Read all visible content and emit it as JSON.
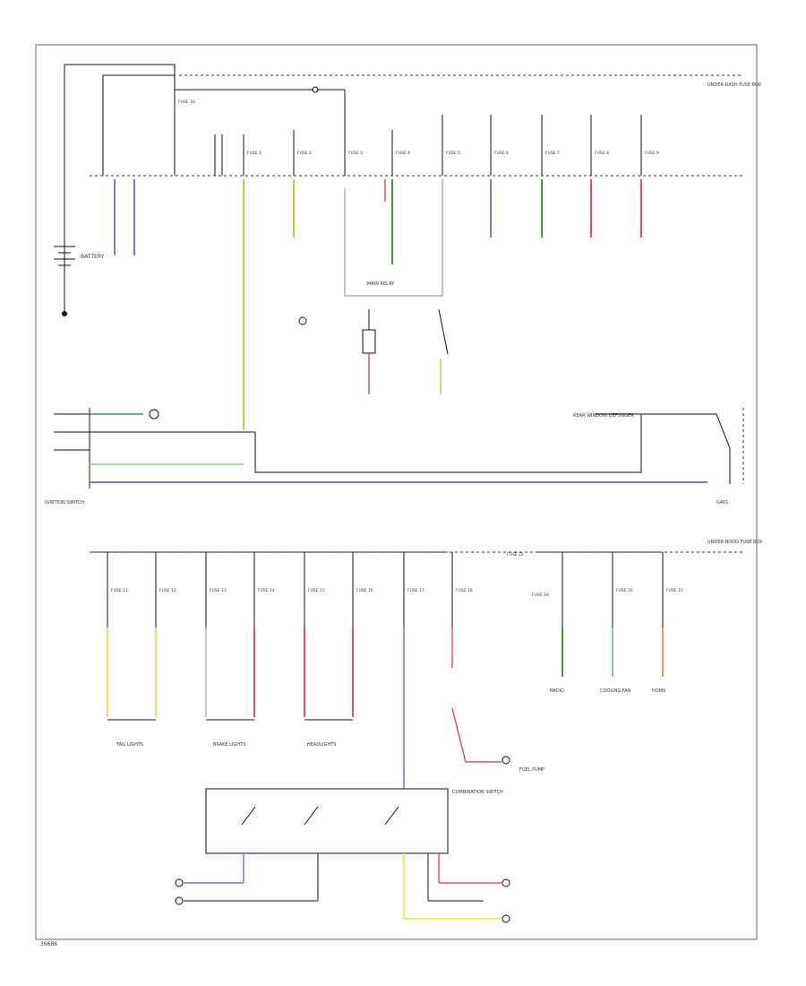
{
  "diagram": {
    "footer_id": "36686",
    "fuse_box_labels": [
      "UNDER-DASH FUSE BOX",
      "UNDER-HOOD FUSE BOX"
    ],
    "ground_label": "G401",
    "battery_label": "BATTERY",
    "ignition_label": "IGNITION SWITCH",
    "main_relay_label": "MAIN RELAY",
    "rear_window_label": "REAR WINDOW DEFOGGER",
    "fuse_labels": [
      "FUSE 1",
      "FUSE 2",
      "FUSE 3",
      "FUSE 4",
      "FUSE 5",
      "FUSE 6",
      "FUSE 7",
      "FUSE 8",
      "FUSE 9",
      "FUSE 10"
    ],
    "bottom_fuse_labels": [
      "FUSE 11",
      "FUSE 12",
      "FUSE 13",
      "FUSE 14",
      "FUSE 15",
      "FUSE 16",
      "FUSE 17",
      "FUSE 18",
      "FUSE 19",
      "FUSE 20",
      "FUSE 21",
      "FUSE 22"
    ],
    "component_labels": [
      "TAIL LIGHTS",
      "BRAKE LIGHTS",
      "HEADLIGHTS",
      "RADIO",
      "HORN",
      "COMBINATION SWITCH",
      "FUEL PUMP",
      "COOLING FAN"
    ],
    "wire_colors": {
      "blue": "#7777dd",
      "yellow_green": "#c8c840",
      "green": "#3c9c3c",
      "red": "#e05060",
      "yellow": "#e6e640",
      "violet": "#c080d0",
      "orange": "#e0a060",
      "light_green": "#80d080"
    }
  }
}
